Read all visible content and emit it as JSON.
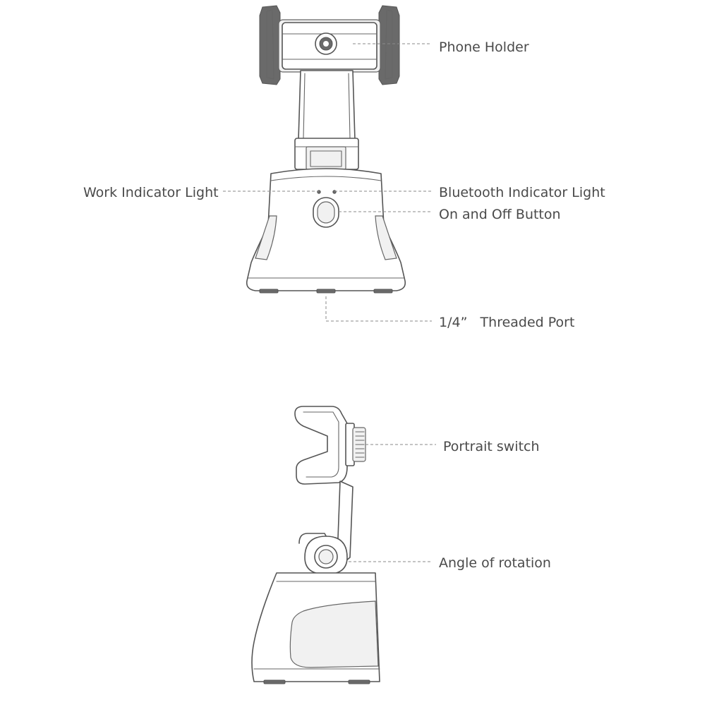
{
  "labels": {
    "phone_holder": "Phone Holder",
    "work_indicator_light": "Work Indicator Light",
    "bluetooth_indicator_light": "Bluetooth Indicator Light",
    "on_off_button": "On and Off Button",
    "threaded_port": "1/4”   Threaded Port",
    "portrait_switch": "Portrait switch",
    "angle_of_rotation": "Angle of rotation"
  },
  "colors": {
    "line": "#555555",
    "leader": "#8a8a8a",
    "text": "#4a4a4a",
    "background": "#ffffff"
  }
}
